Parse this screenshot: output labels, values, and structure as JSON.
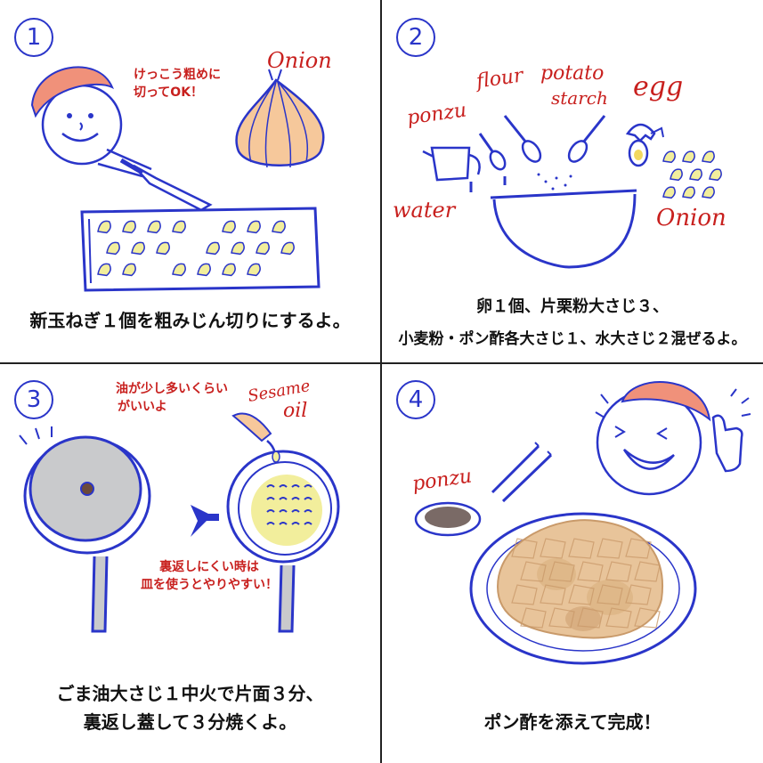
{
  "panels": [
    {
      "number": "1",
      "note": [
        "けっこう粗めに",
        "切ってOK！"
      ],
      "label": "Onion",
      "caption": [
        "新玉ねぎ１個を粗みじん切りにするよ。"
      ]
    },
    {
      "number": "2",
      "labels": {
        "ponzu": "ponzu",
        "flour": "flour",
        "potato": "potato",
        "starch": "starch",
        "egg": "egg",
        "water": "water",
        "onion": "Onion"
      },
      "caption": [
        "卵１個、片栗粉大さじ３、",
        "小麦粉・ポン酢各大さじ１、水大さじ２混ぜるよ。"
      ]
    },
    {
      "number": "3",
      "note_top": [
        "油が少し多いくらい",
        "がいいよ"
      ],
      "sesame": "Sesame",
      "oil": "oil",
      "note_mid": [
        "裏返しにくい時は",
        "皿を使うとやりやすい！"
      ],
      "caption": [
        "ごま油大さじ１中火で片面３分、",
        "裏返し蓋して３分焼くよ。"
      ]
    },
    {
      "number": "4",
      "label": "ponzu",
      "caption": [
        "ポン酢を添えて完成！"
      ]
    }
  ],
  "colors": {
    "ink": "#2a35c9",
    "note": "#c8201e",
    "cap": "#f0917a",
    "onion": "#f6c89b",
    "food": "#f2ee9c",
    "pan": "#c9cacc"
  }
}
